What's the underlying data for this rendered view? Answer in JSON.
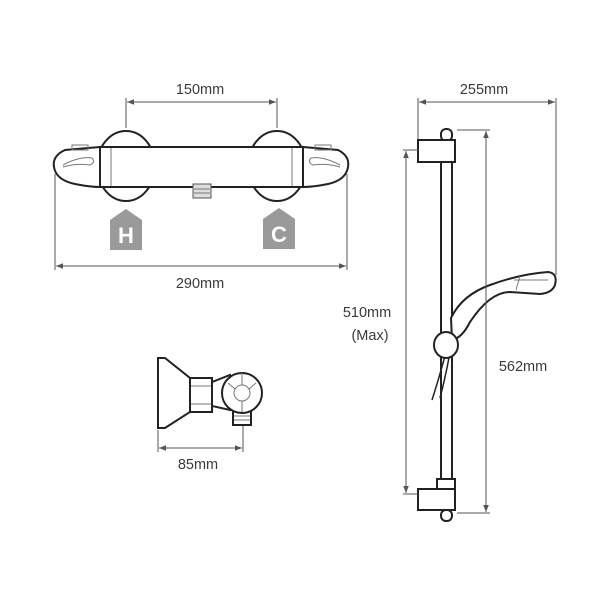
{
  "diagram": {
    "valve_front": {
      "inlet_spacing_label": "150mm",
      "overall_width_label": "290mm",
      "hot_badge": "H",
      "cold_badge": "C",
      "badge_color": "#9a9a9a"
    },
    "valve_side": {
      "depth_label": "85mm"
    },
    "riser_rail": {
      "projection_label": "255mm",
      "bracket_spacing_label": "510mm",
      "bracket_spacing_note": "(Max)",
      "overall_height_label": "562mm"
    }
  }
}
